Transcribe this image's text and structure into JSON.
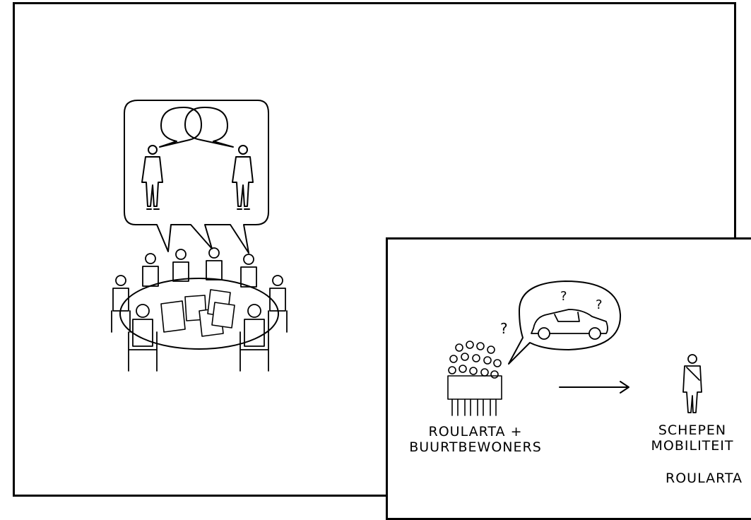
{
  "panel2": {
    "left_caption_line1": "ROULARTA +",
    "left_caption_line2": "BUURTBEWONERS",
    "right_caption_line1": "SCHEPEN",
    "right_caption_line2": "MOBILITEIT",
    "cut_caption": "ROULARTA",
    "question_mark": "?"
  },
  "colors": {
    "ink": "#000000",
    "paper": "#ffffff"
  }
}
